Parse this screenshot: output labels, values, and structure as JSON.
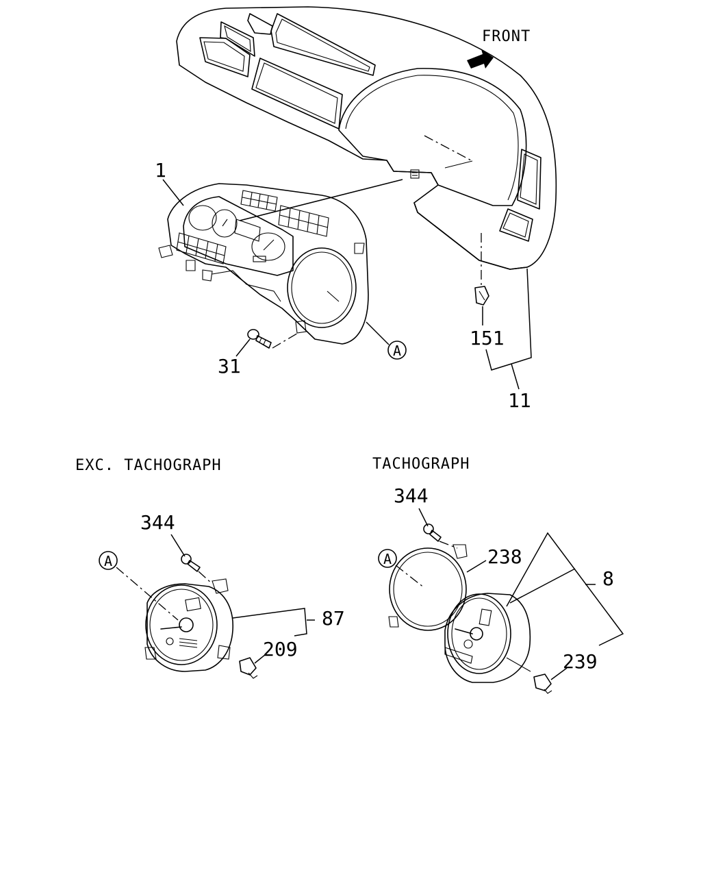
{
  "labels": {
    "front": "FRONT",
    "callout_a": "A",
    "part_1": "1",
    "part_31": "31",
    "part_151": "151",
    "part_11": "11",
    "part_344_left": "344",
    "part_87": "87",
    "part_209": "209",
    "part_344_right": "344",
    "part_238": "238",
    "part_8": "8",
    "part_239": "239"
  },
  "sections": {
    "exc_tachograph": "EXC. TACHOGRAPH",
    "tachograph": "TACHOGRAPH"
  }
}
